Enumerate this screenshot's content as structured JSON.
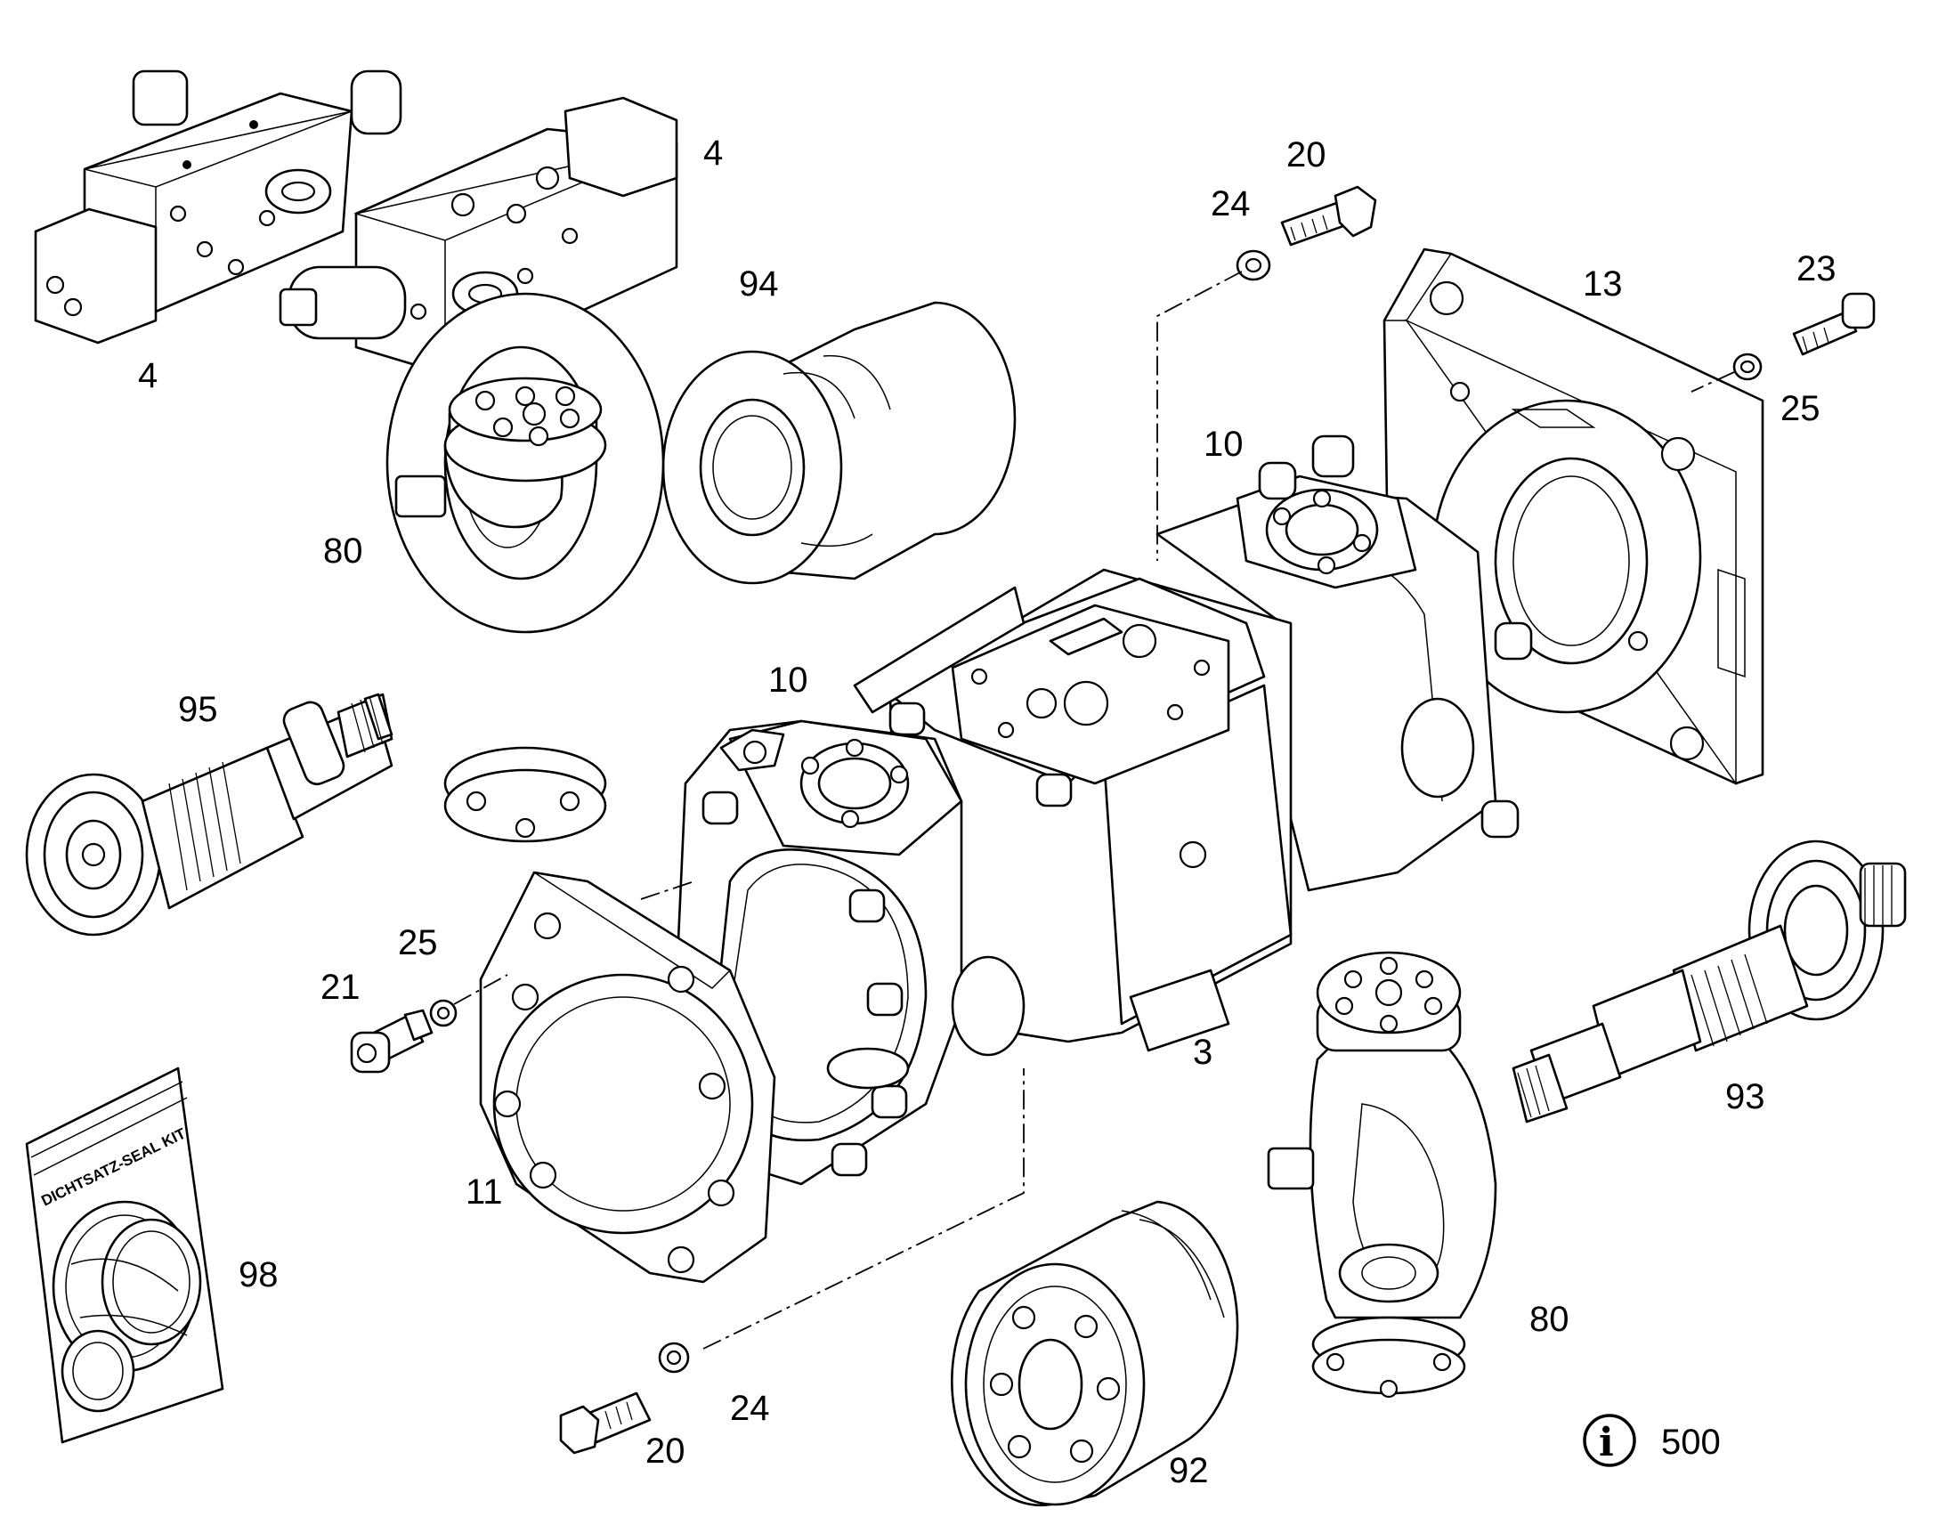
{
  "diagram": {
    "callouts": [
      "4",
      "4",
      "94",
      "80",
      "95",
      "10",
      "24",
      "20",
      "13",
      "23",
      "25",
      "10",
      "25",
      "21",
      "11",
      "3",
      "93",
      "98",
      "80",
      "24",
      "20",
      "92",
      "500"
    ],
    "seal_kit_label": "DICHTSATZ-SEAL KIT",
    "info_reference": "500",
    "icons": [
      "info-icon"
    ]
  }
}
